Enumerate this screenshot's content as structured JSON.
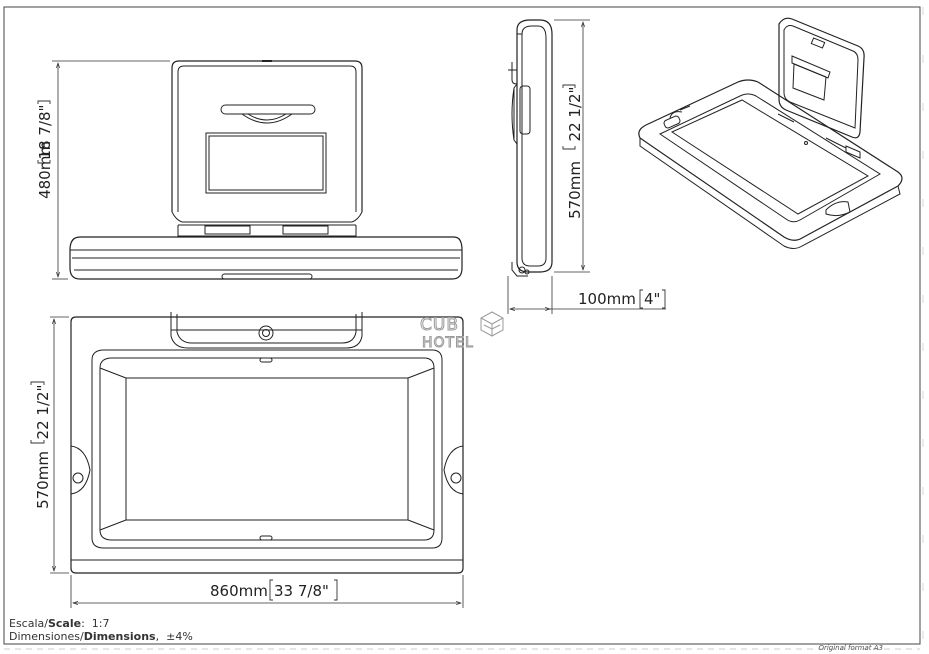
{
  "dimensions": {
    "front_height": "480mm",
    "front_height_in": "18 7/8\"",
    "side_height": "570mm",
    "side_height_in": "22 1/2\"",
    "side_depth": "100mm",
    "side_depth_in": "4\"",
    "top_depth": "570mm",
    "top_depth_in": "22 1/2\"",
    "top_width": "860mm",
    "top_width_in": "33 7/8\""
  },
  "logo": {
    "line1": "CUB",
    "line2": "HOTEL"
  },
  "footer": {
    "scale_label_es": "Escala/",
    "scale_label_en": "Scale",
    "scale_value": "1:7",
    "dim_label_es": "Dimensiones/",
    "dim_label_en": "Dimensions",
    "dim_value": "±4%",
    "format": "Original format A3"
  }
}
